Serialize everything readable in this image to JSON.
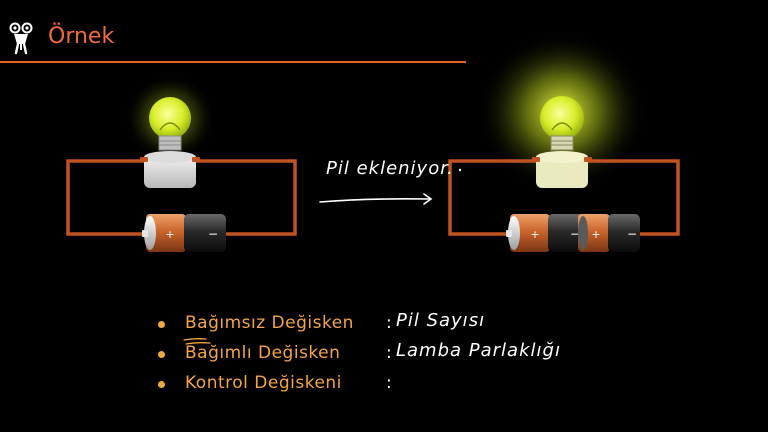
{
  "header": {
    "title": "Örnek",
    "accent": "#f26b3a"
  },
  "diagram": {
    "arrow_label": "Pil ekleniyor.",
    "left_circuit": {
      "battery_count": 1,
      "bulb_brightness": 0.55
    },
    "right_circuit": {
      "battery_count": 2,
      "bulb_brightness": 1.0
    },
    "wire_color": "#c0531f",
    "battery_plus": "+",
    "battery_minus": "−"
  },
  "variables": [
    {
      "label": "Bağımsız Değisken",
      "value": "Pil Sayısı"
    },
    {
      "label": "Bağımlı Değisken",
      "value": "Lamba Parlaklığı"
    },
    {
      "label": "Kontrol Değiskeni",
      "value": ""
    }
  ],
  "colon": ":",
  "colors": {
    "bullet": "#f2a93b",
    "label": "#f5a446",
    "background": "#000000"
  },
  "icons": [
    "robot-logo-icon",
    "light-bulb-icon",
    "battery-icon",
    "arrow-right-icon"
  ]
}
